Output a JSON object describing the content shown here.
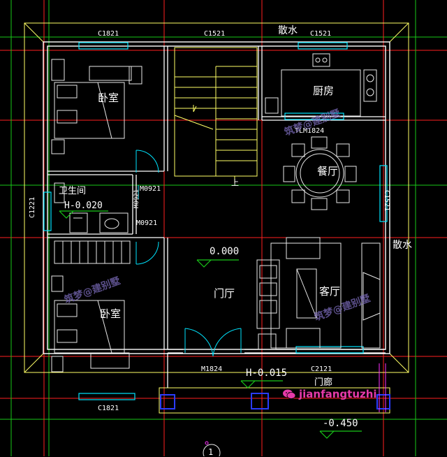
{
  "rooms": {
    "bedroom_top": "卧室",
    "bedroom_bottom": "卧室",
    "bathroom": "卫生间",
    "kitchen": "厨房",
    "dining": "餐厅",
    "foyer": "门厅",
    "living": "客厅",
    "porch": "门廊"
  },
  "labels": {
    "sanshui_top": "散水",
    "sanshui_right": "散水",
    "stair_up": "上",
    "c1821_top": "C1821",
    "c1521_top_mid": "C1521",
    "c1521_top_right": "C1521",
    "c1521_right": "C1521",
    "c1221_left": "C1221",
    "tlm1824": "TLM1824",
    "m0921_a": "M0921",
    "m0921_b": "M0921",
    "m0921_c": "M0921",
    "m1824": "M1824",
    "c2121": "C2121",
    "c1821_bottom": "C1821",
    "axis_1": "1"
  },
  "elevations": {
    "bath": "H-0.020",
    "floor": "0.000",
    "porch": "H-0.015",
    "ground": "-0.450"
  },
  "watermark": "筑梦@建别墅",
  "brand": {
    "text": "jianfangtuzhi",
    "icon": "wechat-icon"
  },
  "colors": {
    "wall": "#ffffff",
    "window": "#00e5ff",
    "axis_red": "#ff2020",
    "axis_green": "#19c819",
    "outline_yellow": "#ffff66",
    "furniture": "#e8e8e8",
    "brand_pink": "#e63aa8",
    "column_blue": "#2a3cff",
    "magenta": "#ff30ff"
  }
}
